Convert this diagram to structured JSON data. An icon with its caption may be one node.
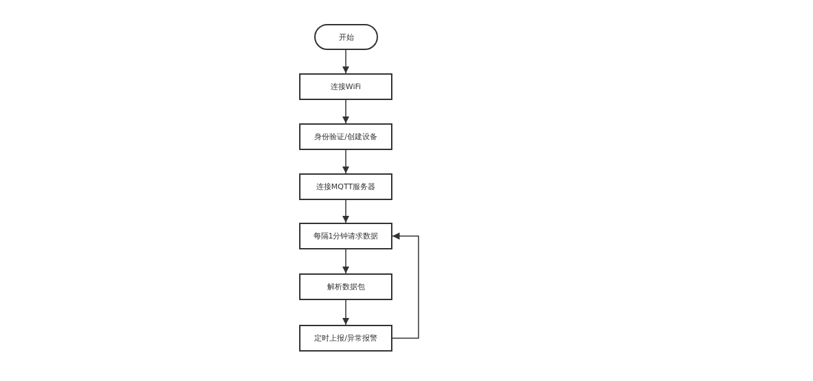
{
  "diagram": {
    "nodes": [
      {
        "text": [
          "开始"
        ]
      },
      {
        "text": [
          "连接WiFi"
        ]
      },
      {
        "text": [
          "身份验证/创建设备"
        ]
      },
      {
        "text": [
          "连接MQTT服务器"
        ]
      },
      {
        "text": [
          "每隔1分钟请求数据"
        ]
      },
      {
        "text": [
          "解析数据包"
        ]
      },
      {
        "text": [
          "定时上报/异常报警"
        ]
      }
    ],
    "edges": [
      {
        "from": 0,
        "to": 1,
        "arrow": "to"
      },
      {
        "from": 1,
        "to": 2,
        "arrow": "to"
      },
      {
        "from": 2,
        "to": 3,
        "arrow": "to"
      },
      {
        "from": 3,
        "to": 4,
        "arrow": "to"
      },
      {
        "from": 4,
        "to": 5,
        "arrow": "to"
      },
      {
        "from": 5,
        "to": 6,
        "arrow": "to"
      },
      {
        "from": 6,
        "to": 4,
        "arrow": "to"
      }
    ]
  }
}
